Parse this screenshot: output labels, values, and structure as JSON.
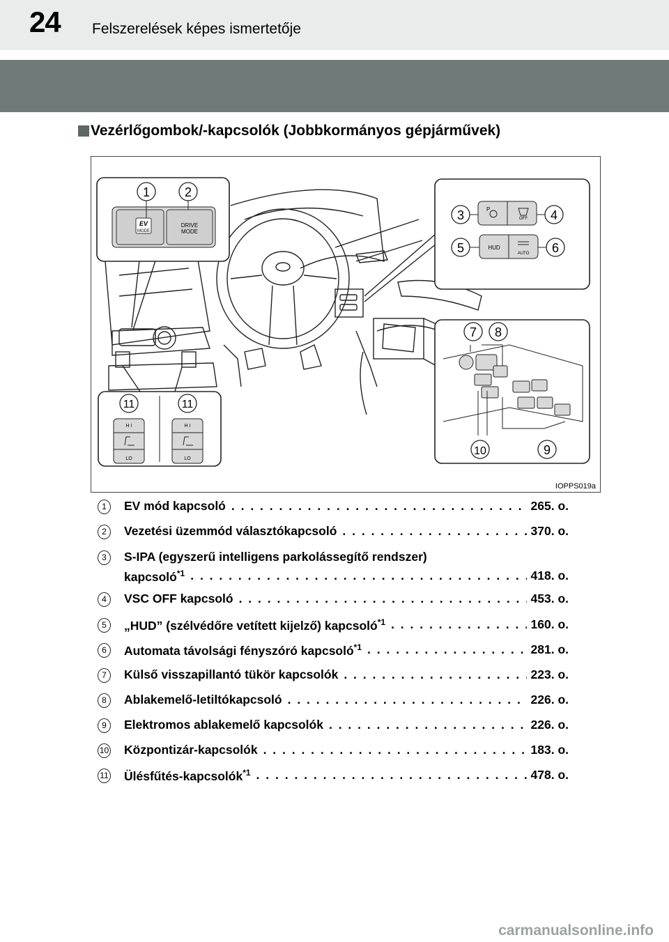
{
  "header": {
    "page_number": "24",
    "title": "Felszerelések képes ismertetője"
  },
  "section": {
    "title": "Vezérlőgombok/-kapcsolók (Jobbkormányos gépjárművek)"
  },
  "figure": {
    "code": "IOPPS019a",
    "labels": {
      "ev": "EV",
      "ev_mode": "MODE",
      "drive": "DRIVE",
      "drive_mode": "MODE",
      "hud": "HUD",
      "auto": "AUTO",
      "off": "OFF",
      "p": "P",
      "hi": "H I",
      "lo": "LO"
    },
    "callouts": [
      "1",
      "2",
      "3",
      "4",
      "5",
      "6",
      "7",
      "8",
      "9",
      "10",
      "11",
      "11"
    ]
  },
  "entries": [
    {
      "num": "1",
      "text": "EV mód kapcsoló",
      "sup": "",
      "page": "265. o."
    },
    {
      "num": "2",
      "text": "Vezetési üzemmód választókapcsoló",
      "sup": "",
      "page": "370. o."
    },
    {
      "num": "3",
      "text": "S-IPA (egyszerű intelligens parkolássegítő rendszer)",
      "text2": "kapcsoló",
      "sup": "*1",
      "page": "418. o."
    },
    {
      "num": "4",
      "text": "VSC OFF kapcsoló",
      "sup": "",
      "page": "453. o."
    },
    {
      "num": "5",
      "text": "„HUD” (szélvédőre vetített kijelző) kapcsoló",
      "sup": "*1",
      "page": "160. o."
    },
    {
      "num": "6",
      "text": "Automata távolsági fényszóró kapcsoló",
      "sup": "*1",
      "page": "281. o."
    },
    {
      "num": "7",
      "text": "Külső visszapillantó tükör kapcsolók",
      "sup": "",
      "page": "223. o."
    },
    {
      "num": "8",
      "text": "Ablakemelő-letiltókapcsoló",
      "sup": "",
      "page": "226. o."
    },
    {
      "num": "9",
      "text": "Elektromos ablakemelő kapcsolók",
      "sup": "",
      "page": "226. o."
    },
    {
      "num": "10",
      "text": "Központizár-kapcsolók",
      "sup": "",
      "page": "183. o."
    },
    {
      "num": "11",
      "text": "Ülésfűtés-kapcsolók",
      "sup": "*1",
      "page": "478. o."
    }
  ],
  "watermark": "carmanualsonline.info"
}
